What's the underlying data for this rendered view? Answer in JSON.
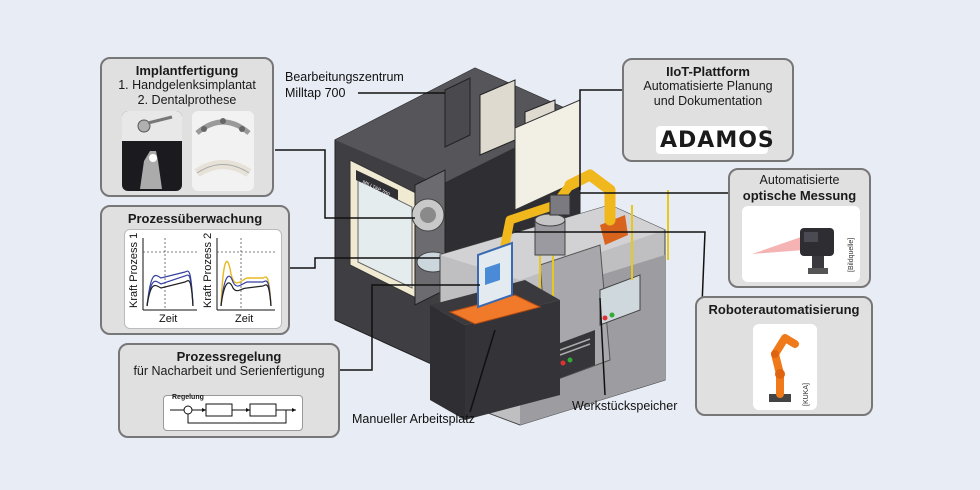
{
  "labels": {
    "machining_center": [
      "Bearbeitungszentrum",
      "Milltap 700"
    ],
    "manual_workstation": "Manueller Arbeitsplatz",
    "workpiece_storage": "Werkstückspeicher",
    "machine_plate": "MILLTAP 700"
  },
  "boxes": {
    "implant": {
      "title": "Implantfertigung",
      "lines": [
        "1. Handgelenksimplantat",
        "2. Dentalprothese"
      ]
    },
    "monitoring": {
      "title": "Prozessüberwachung",
      "plot1": {
        "ylabel": "Kraft Prozess 1",
        "xlabel": "Zeit"
      },
      "plot2": {
        "ylabel": "Kraft Prozess 2",
        "xlabel": "Zeit"
      }
    },
    "control": {
      "title": "Prozessregelung",
      "subtitle": "für Nacharbeit und Serienfertigung",
      "block_label": "Regelung"
    },
    "iiot": {
      "title": "IIoT-Plattform",
      "lines": [
        "Automatisierte Planung",
        "und Dokumentation"
      ],
      "logo": "ADAMOS"
    },
    "optical": {
      "title_top": "Automatisierte",
      "title_bold": "optische Messung",
      "credit": "[Bildquelle]"
    },
    "robot": {
      "title": "Roboterautomatisierung",
      "credit": "[KUKA]"
    }
  },
  "colors": {
    "box_bg": "#e0e0e0",
    "machine_dark": "#3c3c40",
    "robot_yellow": "#f0b81c",
    "orange_mat": "#f07a2a",
    "series_blue": "#3340a0",
    "series_yellow": "#e8b820"
  }
}
